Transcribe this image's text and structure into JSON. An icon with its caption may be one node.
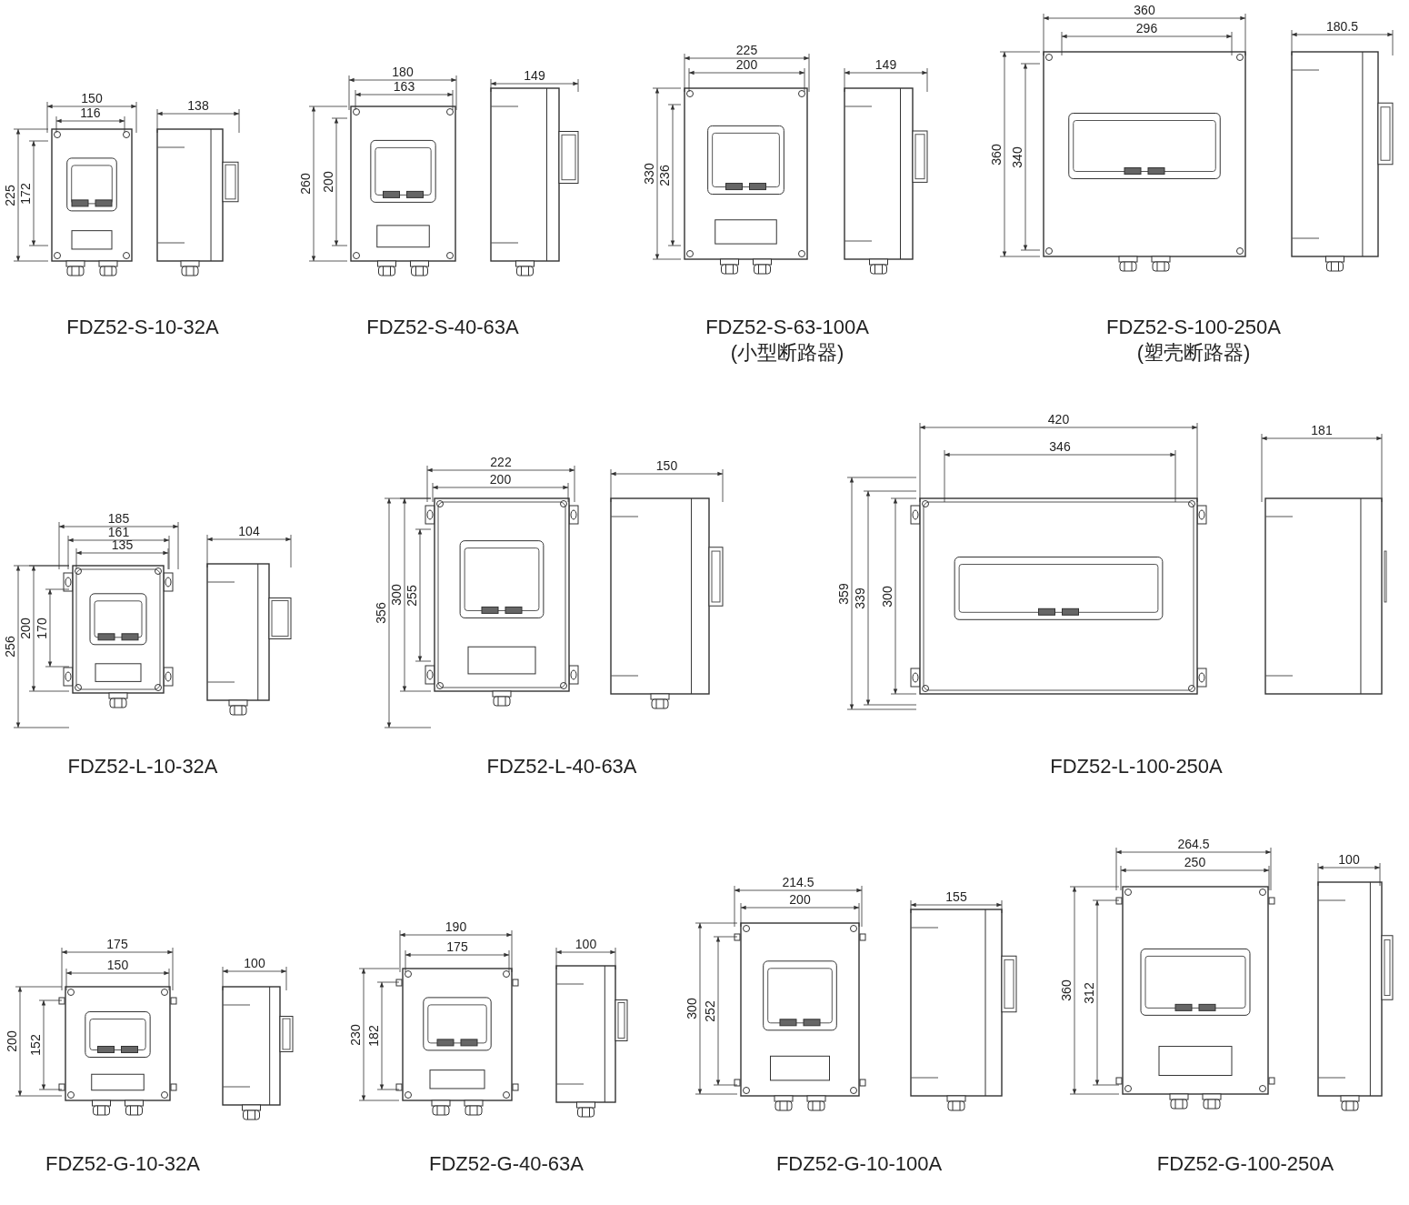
{
  "diagram": {
    "labels": [
      "150",
      "116",
      "138",
      "225",
      "172",
      "FDZ52-S-10-32A",
      "180",
      "163",
      "149",
      "260",
      "200",
      "FDZ52-S-40-63A",
      "225",
      "200",
      "149",
      "330",
      "236",
      "FDZ52-S-63-100A",
      "(小型断路器)",
      "360",
      "296",
      "180.5",
      "360",
      "340",
      "FDZ52-S-100-250A",
      "(塑壳断路器)",
      "185",
      "161",
      "135",
      "104",
      "256",
      "200",
      "170",
      "FDZ52-L-10-32A",
      "222",
      "200",
      "150",
      "356",
      "300",
      "255",
      "FDZ52-L-40-63A",
      "420",
      "346",
      "181",
      "359",
      "339",
      "300",
      "FDZ52-L-100-250A",
      "175",
      "150",
      "100",
      "200",
      "152",
      "FDZ52-G-10-32A",
      "190",
      "175",
      "100",
      "230",
      "182",
      "FDZ52-G-40-63A",
      "214.5",
      "200",
      "155",
      "300",
      "252",
      "FDZ52-G-10-100A",
      "264.5",
      "250",
      "100",
      "360",
      "312",
      "FDZ52-G-100-250A"
    ]
  }
}
